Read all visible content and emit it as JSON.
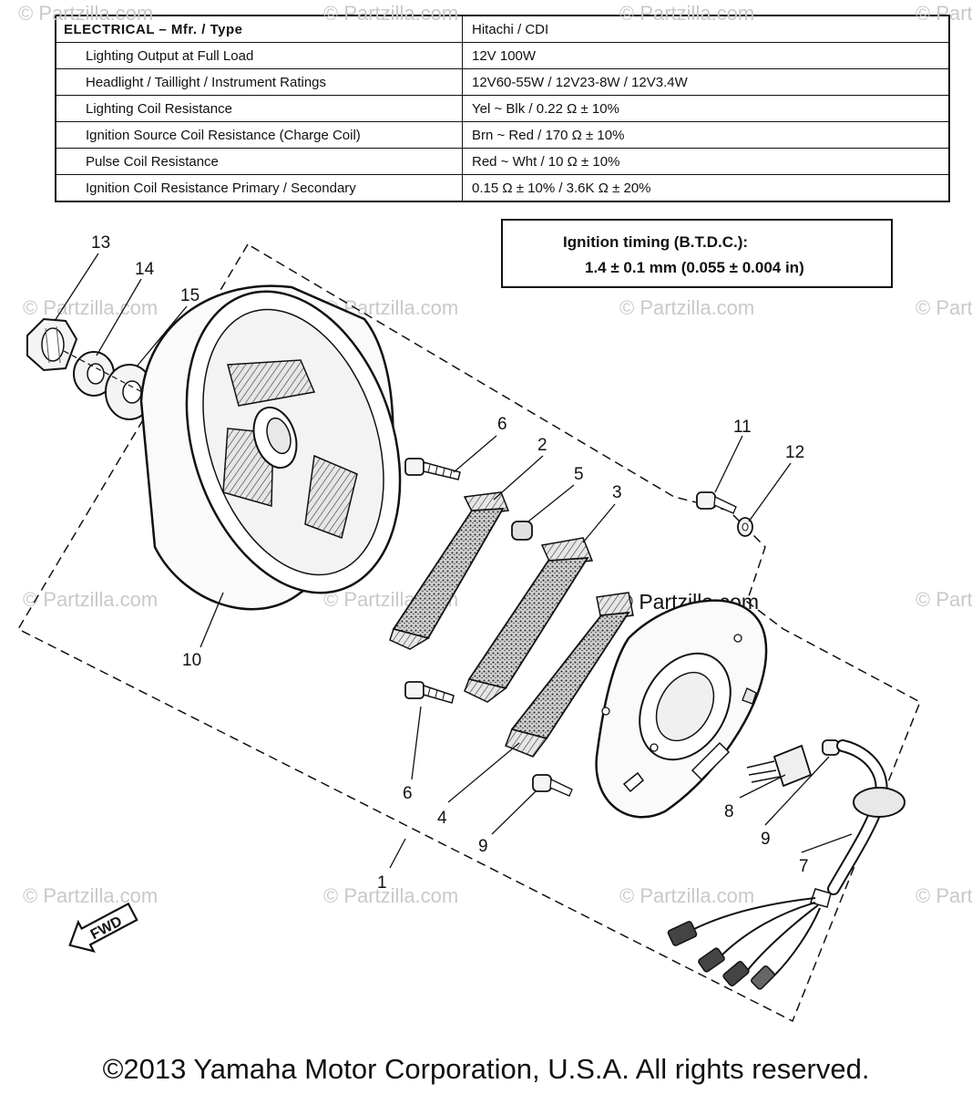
{
  "spec_table": {
    "header": {
      "label": "ELECTRICAL – Mfr. / Type",
      "value": "Hitachi / CDI"
    },
    "rows": [
      {
        "label": "Lighting Output at Full Load",
        "value": "12V 100W"
      },
      {
        "label": "Headlight / Taillight / Instrument Ratings",
        "value": "12V60-55W / 12V23-8W / 12V3.4W"
      },
      {
        "label": "Lighting Coil Resistance",
        "value": "Yel ~ Blk / 0.22 Ω ± 10%"
      },
      {
        "label": "Ignition Source Coil Resistance (Charge Coil)",
        "value": "Brn ~ Red / 170 Ω ± 10%"
      },
      {
        "label": "Pulse Coil Resistance",
        "value": "Red ~ Wht / 10 Ω ± 10%"
      },
      {
        "label": "Ignition Coil Resistance Primary / Secondary",
        "value": "0.15 Ω ± 10% / 3.6K Ω ± 20%"
      }
    ]
  },
  "timing_box": {
    "line1": "Ignition timing (B.T.D.C.):",
    "line2": "1.4 ± 0.1 mm (0.055 ± 0.004 in)"
  },
  "callouts": {
    "c1": "1",
    "c2": "2",
    "c3": "3",
    "c4": "4",
    "c5": "5",
    "c6a": "6",
    "c6b": "6",
    "c7": "7",
    "c8": "8",
    "c9a": "9",
    "c9b": "9",
    "c10": "10",
    "c11": "11",
    "c12": "12",
    "c13": "13",
    "c14": "14",
    "c15": "15"
  },
  "fwd_label": "FWD",
  "watermark": "© Partzilla.com",
  "copyright": "©2013 Yamaha Motor Corporation, U.S.A. All rights reserved."
}
